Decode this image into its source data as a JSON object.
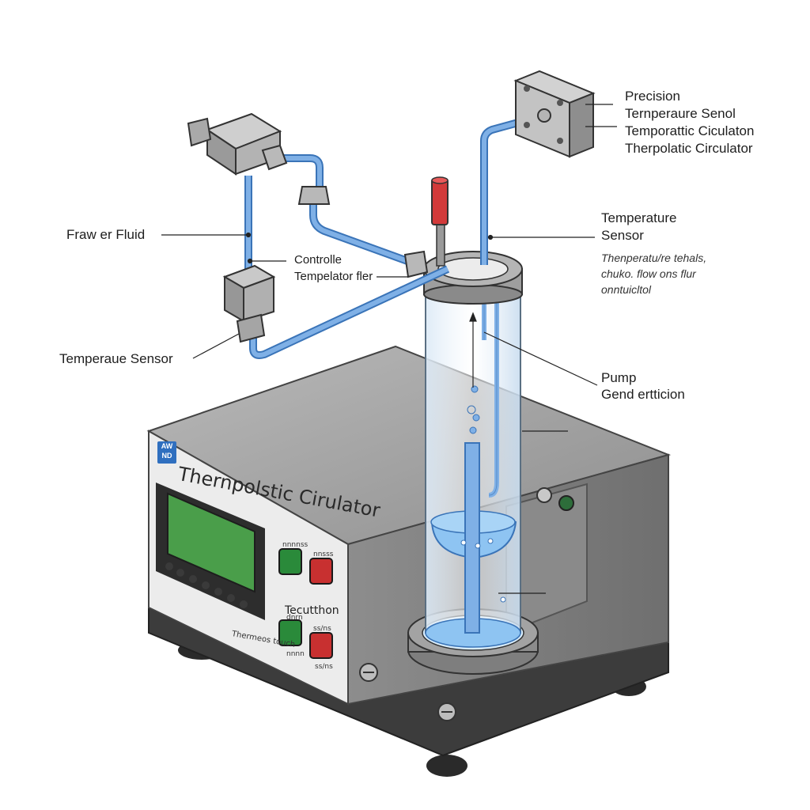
{
  "diagram": {
    "callouts": {
      "flow_fluid": "Fraw er Fluid",
      "control_temp": [
        "Controlle",
        "Tempelator fler"
      ],
      "temp_sensor_left": "Temperaue Sensor",
      "precision": [
        "Precision",
        "Ternperaure Senol",
        "Temporattic Ciculaton",
        "Therpolatic Circulator"
      ],
      "temp_sensor_right": [
        "Temperature",
        "Sensor"
      ],
      "temp_note": [
        "Thenperatu/re tehals,",
        "chuko. flow ons flur",
        "onntuicltol"
      ],
      "pump": [
        "Pump",
        "Gend ertticion"
      ]
    },
    "device": {
      "title": "Thernpolstic Cirulator",
      "logo_text": "AW ND",
      "panel_label_1": "Tecutthon",
      "panel_label_bottom": "Thermeos touch",
      "button_labels": [
        "nnnnss",
        "nnsss",
        "dnrn",
        "ss/ns",
        "nnnn",
        "ss/ns"
      ]
    },
    "colors": {
      "tube": "#7fb0e6",
      "tube_edge": "#3a74b8",
      "body_gray": "#9a9a9a",
      "panel": "#ececec",
      "screen": "#4a9e4a",
      "green_button": "#2a8a3a",
      "red_button": "#c83030",
      "red_probe": "#d23a3a",
      "water": "#8ec4f2"
    }
  }
}
